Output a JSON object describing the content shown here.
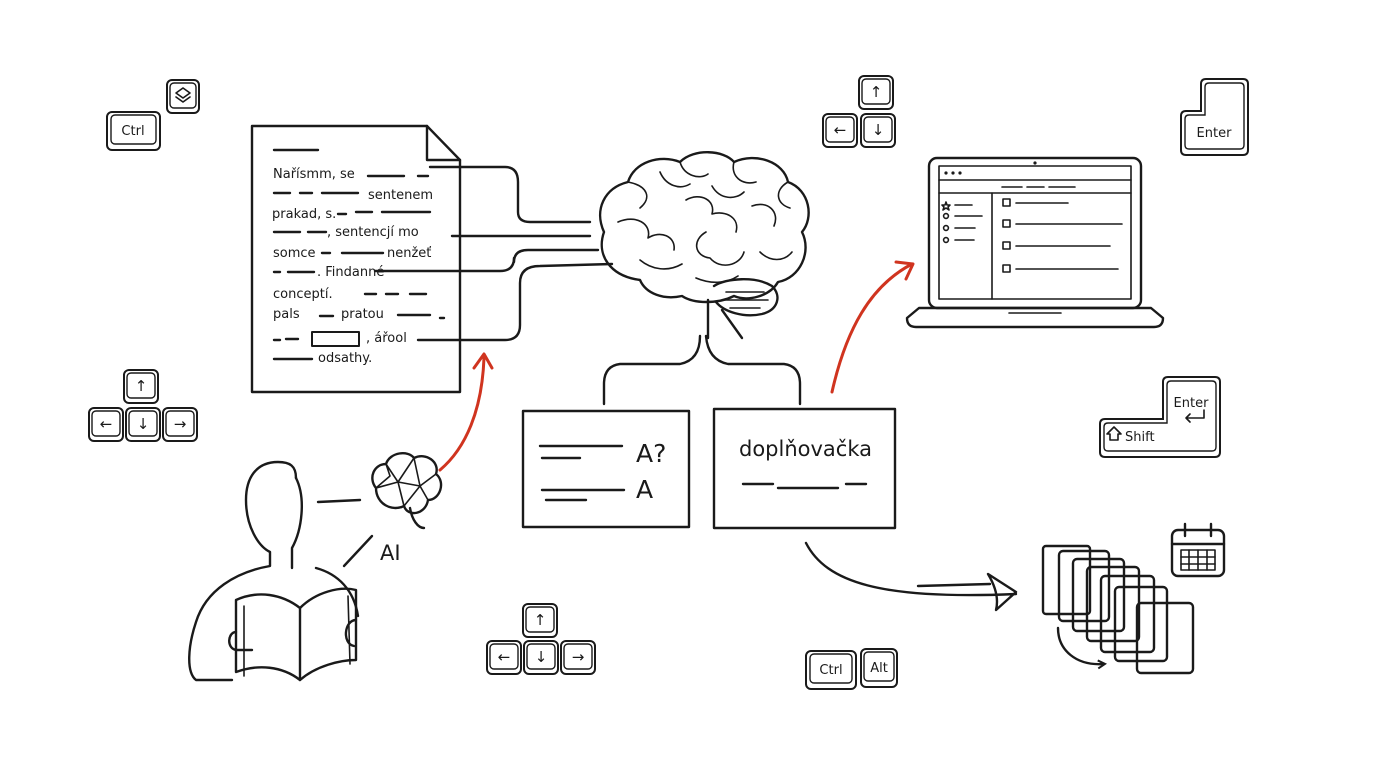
{
  "document": {
    "lines": [
      "Nařísmm, se",
      "sentenem",
      "prakad, s.",
      ", sentencjí mo",
      "somce",
      "nenžeť",
      ". Findanné",
      "conceptí.",
      "pals",
      "pratou",
      ", ářool",
      "odsathy."
    ]
  },
  "cards": {
    "qa_q": "A?",
    "qa_a": "A",
    "cloze": "doplňovačka"
  },
  "ai_label": "AI",
  "keys": {
    "ctrl": "Ctrl",
    "alt": "Alt",
    "enter": "Enter",
    "shift": "Shift",
    "arrow_up": "↑",
    "arrow_down": "↓",
    "arrow_left": "←",
    "arrow_right": "→"
  },
  "colors": {
    "ink": "#1a1a1a",
    "accent_arrow": "#d0341f",
    "background": "#ffffff"
  }
}
